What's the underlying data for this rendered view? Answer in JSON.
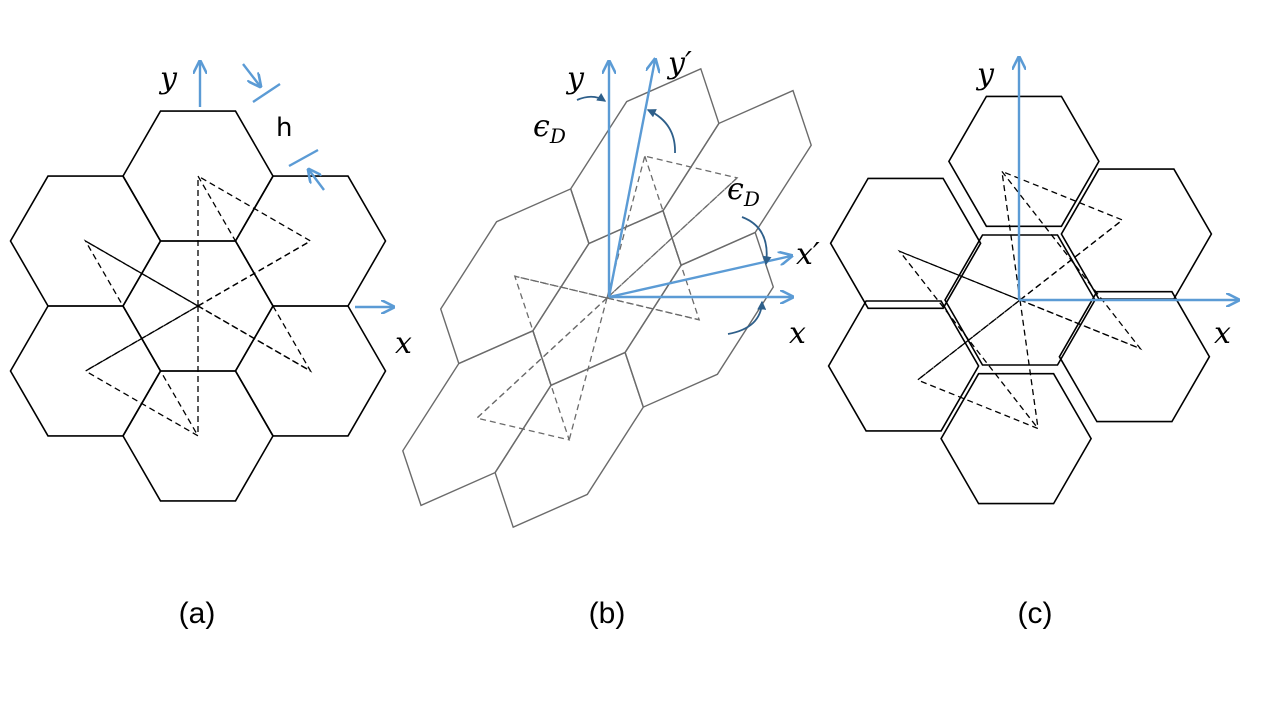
{
  "colors": {
    "axis": "#5b9bd5",
    "curve_arrow": "#2e5f8a",
    "cell_outline": "#000000",
    "cell_outline_deformed": "#6b6b6b"
  },
  "panels": [
    {
      "caption": "(a)",
      "labels": {
        "x": "x",
        "y": "y",
        "thickness": "h"
      }
    },
    {
      "caption": "(b)",
      "labels": {
        "x": "x",
        "y": "y",
        "x_prime": "x′",
        "y_prime": "y′",
        "strain_top": "ϵ",
        "strain_top_sub": "D",
        "strain_right": "ϵ",
        "strain_right_sub": "D"
      }
    },
    {
      "caption": "(c)",
      "labels": {
        "x": "x",
        "y": "y"
      }
    }
  ]
}
